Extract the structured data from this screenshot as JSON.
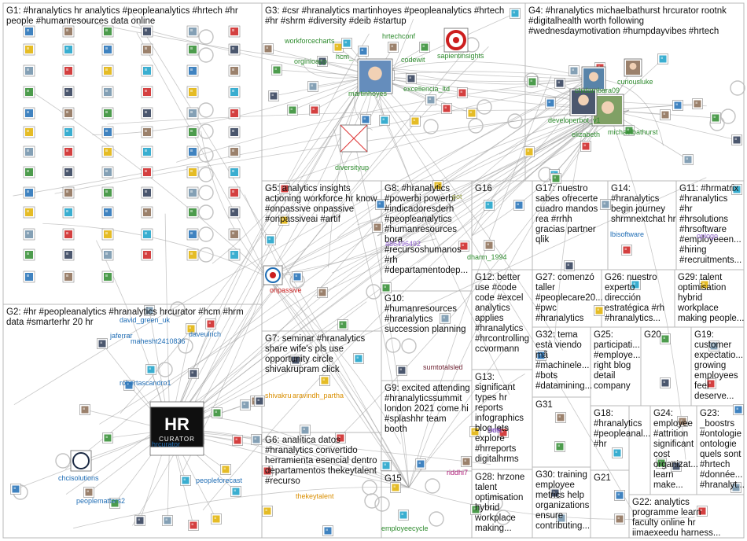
{
  "groups": [
    {
      "id": "G1",
      "lines": [
        "G1: #hranalytics hr analytics #peopleanalytics #hrtech #hr",
        "people #humanresources data online"
      ]
    },
    {
      "id": "G2",
      "lines": [
        "G2: #hr #peopleanalytics #hranalytics hrcurator #hcm #hrm",
        "data #smarterhr 20 hr"
      ]
    },
    {
      "id": "G3",
      "lines": [
        "G3: #csr #hranalytics martinhoyes #peopleanalytics #hrtech",
        "#hr #shrm #diversity #deib #startup"
      ]
    },
    {
      "id": "G4",
      "lines": [
        "G4: #hranalytics michaelbathurst hrcurator rootnk",
        "#digitalhealth worth following",
        "#wednesdaymotivation #humpdayvibes #hrtech"
      ]
    },
    {
      "id": "G5",
      "lines": [
        "G5: analytics insights",
        "actioning workforce hr know",
        "#onpassive onpassive",
        "#onpassiveai #artif"
      ]
    },
    {
      "id": "G6",
      "lines": [
        "G6: analítica datos",
        "#hranalytics convertido",
        "herramienta esencial dentro",
        "departamentos thekeytalent",
        "#recurso"
      ]
    },
    {
      "id": "G7",
      "lines": [
        "G7: seminar #hranalytics",
        "share wife's pls use",
        "opportunity circle",
        "shivakrupram click"
      ]
    },
    {
      "id": "G8",
      "lines": [
        "G8: #hranalytics",
        "#powerbi powerbi",
        "#indicadoresderh",
        "#peopleanalytics",
        "#humanresources",
        "bora",
        "#recursoshumanos",
        "#rh",
        "#departamentodep..."
      ]
    },
    {
      "id": "G9",
      "lines": [
        "G9: excited attending",
        "#hranalyticssummit",
        "london 2021 come hi",
        "#splashhr team",
        "booth"
      ]
    },
    {
      "id": "G10",
      "lines": [
        "G10:",
        "#humanresources",
        "#hranalytics",
        "succession planning"
      ]
    },
    {
      "id": "G11",
      "lines": [
        "G11: #hrmatrix",
        "#hranalytics",
        "#hr",
        "#hrsolutions",
        "#hrsoftware",
        "#employeeen...",
        "#hiring",
        "#recruitments..."
      ]
    },
    {
      "id": "G12",
      "lines": [
        "G12: better",
        "use #code",
        "code #excel",
        "analytics",
        "applies",
        "#hranalytics",
        "#hrcontrolling",
        "ccvormann"
      ]
    },
    {
      "id": "G13",
      "lines": [
        "G13:",
        "significant",
        "types hr",
        "reports",
        "infographics",
        "blog lets",
        "explore",
        "#hrreports",
        "digitalhrms"
      ]
    },
    {
      "id": "G14",
      "lines": [
        "G14:",
        "#hranalytics",
        "begin journey",
        "shrmnextchat hr"
      ]
    },
    {
      "id": "G15",
      "lines": [
        "G15"
      ]
    },
    {
      "id": "G16",
      "lines": [
        "G16"
      ]
    },
    {
      "id": "G17",
      "lines": [
        "G17: nuestro",
        "sabes ofrecerte",
        "cuadro mandos",
        "rea #rrhh",
        "gracias partner",
        "qlik"
      ]
    },
    {
      "id": "G18",
      "lines": [
        "G18:",
        "#hranalytics",
        "#peopleanal...",
        "#hr"
      ]
    },
    {
      "id": "G19",
      "lines": [
        "G19:",
        "customer",
        "expectatio...",
        "growing",
        "employees",
        "feel",
        "deserve..."
      ]
    },
    {
      "id": "G20",
      "lines": [
        "G20"
      ]
    },
    {
      "id": "G21",
      "lines": [
        "G21"
      ]
    },
    {
      "id": "G22",
      "lines": [
        "G22: analytics",
        "programme learn",
        "faculty online hr",
        "iimaexeedu harness..."
      ]
    },
    {
      "id": "G23",
      "lines": [
        "G23:",
        "_boostrs",
        "#ontologie",
        "ontologie",
        "quels sont",
        "#hrtech",
        "#donnée...",
        "#hranalyt..."
      ]
    },
    {
      "id": "G24",
      "lines": [
        "G24:",
        "employee",
        "#attrition",
        "significant",
        "cost",
        "organizat...",
        "learn",
        "make..."
      ]
    },
    {
      "id": "G25",
      "lines": [
        "G25:",
        "participati...",
        "#employe...",
        "right blog",
        "detail",
        "company"
      ]
    },
    {
      "id": "G26",
      "lines": [
        "G26: nuestro",
        "experto",
        "dirección",
        "estratégica #rh",
        "#hranalytics..."
      ]
    },
    {
      "id": "G27",
      "lines": [
        "G27: comenzó",
        "taller",
        "#peoplecare20...",
        "#pwc",
        "#hranalytics"
      ]
    },
    {
      "id": "G28",
      "lines": [
        "G28: hrzone",
        "talent",
        "optimisation",
        "hybrid",
        "workplace",
        "making..."
      ]
    },
    {
      "id": "G29",
      "lines": [
        "G29: talent",
        "optimisation",
        "hybrid",
        "workplace",
        "making people..."
      ]
    },
    {
      "id": "G30",
      "lines": [
        "G30: training",
        "employee",
        "metrics help",
        "organizations",
        "ensure",
        "contributing..."
      ]
    },
    {
      "id": "G31",
      "lines": [
        "G31"
      ]
    },
    {
      "id": "G32",
      "lines": [
        "G32: tema",
        "està viendo",
        "mã",
        "#machinele...",
        "#bots",
        "#datamining..."
      ]
    }
  ],
  "node_labels": [
    {
      "id": "workforcecharts",
      "text": "workforcecharts",
      "color": "#2e8b2e"
    },
    {
      "id": "orginioapp",
      "text": "orginioapp",
      "color": "#2e8b2e"
    },
    {
      "id": "hcm",
      "text": "hcm_",
      "color": "#2e8b2e"
    },
    {
      "id": "hrtechconf",
      "text": "hrtechconf",
      "color": "#2e8b2e"
    },
    {
      "id": "codewit",
      "text": "codewit",
      "color": "#2e8b2e"
    },
    {
      "id": "sapientinsights",
      "text": "sapientinsights",
      "color": "#2e8b2e"
    },
    {
      "id": "martinhoyes",
      "text": "martinhoyes",
      "color": "#2e8b2e"
    },
    {
      "id": "excellencia",
      "text": "excellencia_ltd",
      "color": "#2e8b2e"
    },
    {
      "id": "diversityup",
      "text": "diversityup",
      "color": "#2e8b2e"
    },
    {
      "id": "chidambara09",
      "text": "chidambara09",
      "color": "#2e8b2e"
    },
    {
      "id": "curiousluke",
      "text": "curiousluke",
      "color": "#2e8b2e"
    },
    {
      "id": "developerbot",
      "text": "developerbot_v1",
      "color": "#2e8b2e"
    },
    {
      "id": "elizabeth",
      "text": "elizabeth",
      "color": "#2e8b2e"
    },
    {
      "id": "michaelbathurst",
      "text": "michaelbathurst",
      "color": "#2e8b2e"
    },
    {
      "id": "onpassive",
      "text": "onpassive",
      "color": "#cc1e1e"
    },
    {
      "id": "jafferrar",
      "text": "jaferrar",
      "color": "#1f6db5"
    },
    {
      "id": "david_green",
      "text": "david_green_uk",
      "color": "#1f6db5"
    },
    {
      "id": "mahesht",
      "text": "mahesht2410836",
      "color": "#1f6db5"
    },
    {
      "id": "daveulrich",
      "text": "daveulrich",
      "color": "#1f6db5"
    },
    {
      "id": "robertascandro",
      "text": "robertascandro1",
      "color": "#1f6db5"
    },
    {
      "id": "hrcurator",
      "text": "hrcurator",
      "color": "#1f6db5"
    },
    {
      "id": "chcisolutions",
      "text": "chcisolutions",
      "color": "#1f6db5"
    },
    {
      "id": "peopleforecast",
      "text": "peopleforecast",
      "color": "#1f6db5"
    },
    {
      "id": "peoplematters",
      "text": "peoplematters2",
      "color": "#1f6db5"
    },
    {
      "id": "shivakru",
      "text": "shivakru",
      "color": "#d98e00"
    },
    {
      "id": "aravindh",
      "text": "aravindh_partha",
      "color": "#d98e00"
    },
    {
      "id": "thekeytalent",
      "text": "thekeytalent",
      "color": "#d98e00"
    },
    {
      "id": "sumtotalsled",
      "text": "sumtotalsled",
      "color": "#6b1e2e"
    },
    {
      "id": "riddhi",
      "text": "riddhi7",
      "color": "#b01e7a"
    },
    {
      "id": "employeecycle",
      "text": "employeecycle",
      "color": "#2e8b2e"
    },
    {
      "id": "dharm",
      "text": "dharm_1994",
      "color": "#2e8b2e"
    },
    {
      "id": "lbisoftware",
      "text": "lbisoftware",
      "color": "#1f6db5"
    },
    {
      "id": "bots",
      "text": "bots",
      "color": "#7a4bb5"
    },
    {
      "id": "pot",
      "text": "pot",
      "color": "#9aa24a"
    },
    {
      "id": "oplogo",
      "text": "oplogo",
      "color": "#8a5bc9"
    },
    {
      "id": "e492",
      "text": "a86496492",
      "color": "#8a5bc9"
    },
    {
      "id": "rms",
      "text": "rms",
      "color": "#8a5bc9"
    }
  ],
  "icon_tiles": [
    {
      "name": "brand-tile",
      "color": "#1f6db5"
    },
    {
      "name": "portrait-tile",
      "color": "#8a6b52"
    },
    {
      "name": "logo-tile",
      "color": "#2e8b2e"
    },
    {
      "name": "logo-tile-dark",
      "color": "#2b3a55"
    },
    {
      "name": "photo-tile",
      "color": "#6f8fa8"
    },
    {
      "name": "red-badge-tile",
      "color": "#cc1e1e"
    },
    {
      "name": "yellow-tile",
      "color": "#e0b000"
    },
    {
      "name": "cyan-tile",
      "color": "#18a0c8"
    }
  ],
  "center_logo": {
    "top": "HR",
    "bottom": "CURATOR"
  }
}
